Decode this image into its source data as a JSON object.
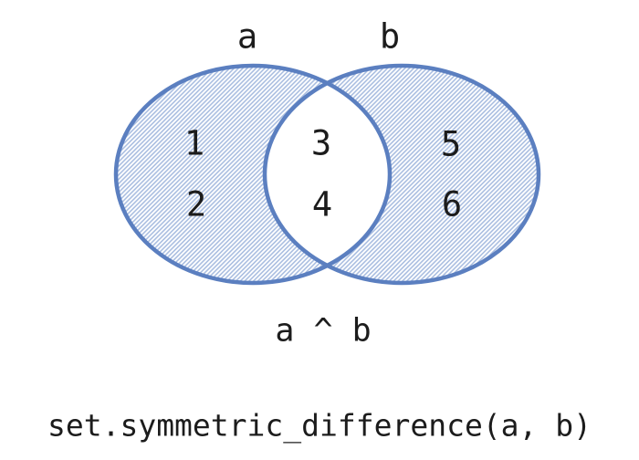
{
  "figure": {
    "set_a_label": "a",
    "set_b_label": "b",
    "regions": {
      "a_only": {
        "items": [
          "1",
          "2"
        ]
      },
      "intersection": {
        "items": [
          "3",
          "4"
        ]
      },
      "b_only": {
        "items": [
          "5",
          "6"
        ]
      }
    },
    "operation_caption": "a ^ b",
    "colors": {
      "ellipse_outline": "#5b7fc0",
      "hatch_line": "#a6bbdf",
      "intersection_fill": "#ffffff",
      "text": "#1c1c1c",
      "background": "#ffffff"
    }
  },
  "code_caption": {
    "text": "set.symmetric_difference(a, b)"
  }
}
